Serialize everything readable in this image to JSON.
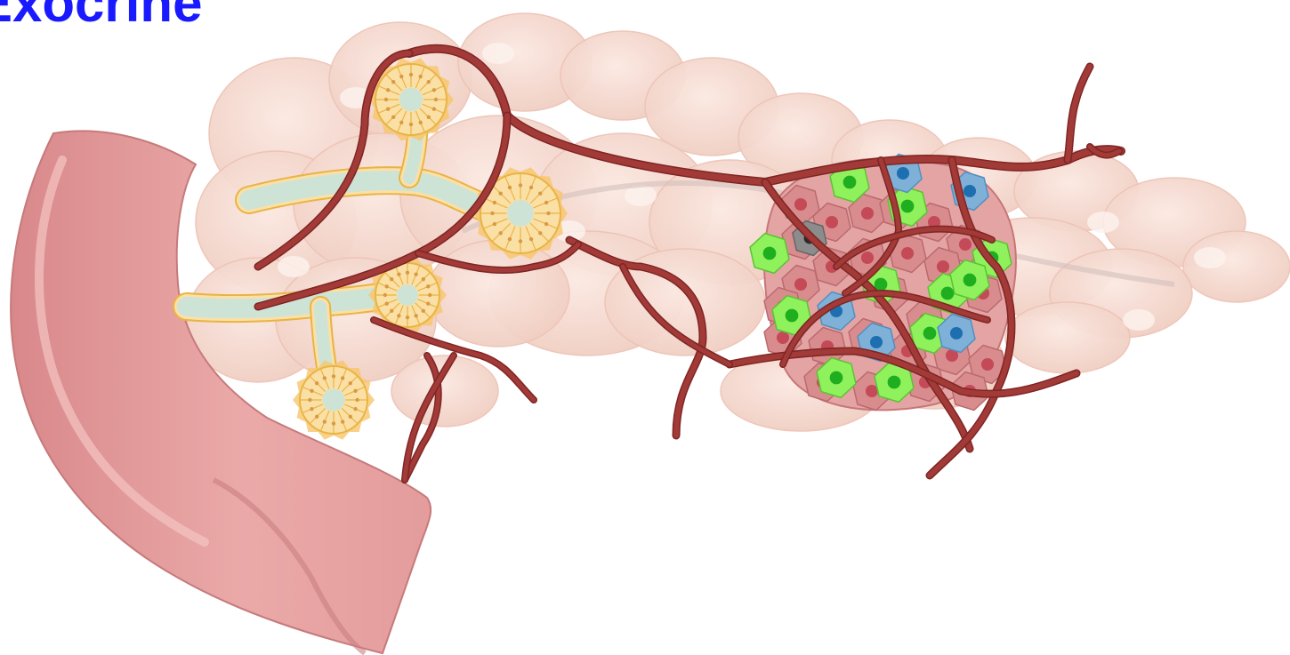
{
  "heading": {
    "text": "Exocrine",
    "color": "#1a1aff"
  },
  "illustration": {
    "structures": [
      "pancreas-tissue",
      "duodenum",
      "pancreatic-duct",
      "acinus",
      "blood-vessel",
      "islet-of-langerhans",
      "alpha-cell",
      "beta-cell",
      "delta-cell",
      "pp-cell"
    ],
    "colors": {
      "pancreas": "#f6d8cf",
      "pancreas_shade": "#eec3b6",
      "duodenum": "#e6a09f",
      "duodenum_dark": "#c97f80",
      "duct_fill": "#cde3d6",
      "acinar_cell": "#fbe0a6",
      "acinar_border": "#e9b445",
      "vessel": "#a23a38",
      "vessel_dark": "#7e2624",
      "islet_cell": "#d98c8e",
      "islet_nucleus": "#c44a57",
      "beta_cell": "#8ff25c",
      "beta_nucleus": "#1fae1f",
      "delta_cell": "#7fb1d8",
      "delta_nucleus": "#1e6fb0",
      "pp_cell": "#8c8c8c",
      "pp_nucleus": "#2a2a2a"
    }
  }
}
